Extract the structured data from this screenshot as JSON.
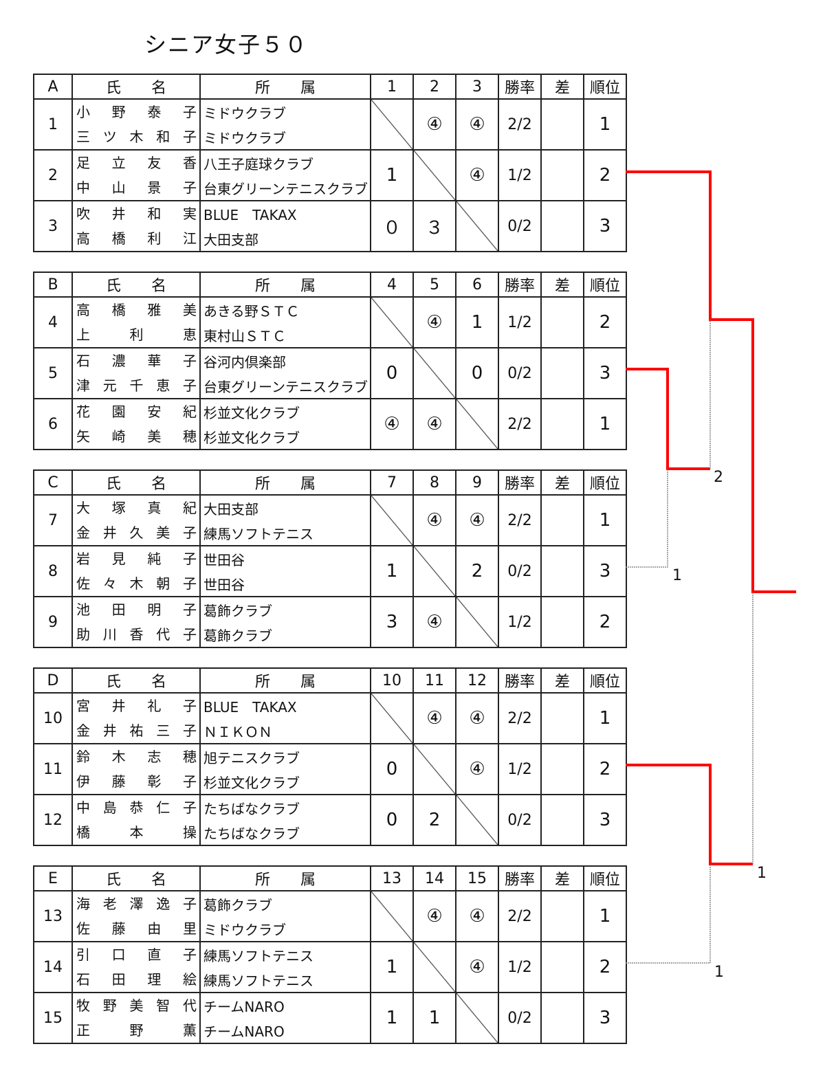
{
  "title": "シニア女子５０",
  "header": {
    "name": "氏　　名",
    "affiliation": "所　　属",
    "winrate": "勝率",
    "diff": "差",
    "rank": "順位"
  },
  "groups": [
    {
      "id": "A",
      "cols": [
        "1",
        "2",
        "3"
      ],
      "entries": [
        {
          "no": "1",
          "players": [
            [
              "小野泰子",
              "ミドウクラブ"
            ],
            [
              "三ツ木和子",
              "ミドウクラブ"
            ]
          ],
          "scores": [
            "",
            "④",
            "④"
          ],
          "winrate": "2/2",
          "diff": "",
          "rank": "1"
        },
        {
          "no": "2",
          "players": [
            [
              "足立友香",
              "八王子庭球クラブ"
            ],
            [
              "中山景子",
              "台東グリーンテニスクラブ"
            ]
          ],
          "scores": [
            "1",
            "",
            "④"
          ],
          "winrate": "1/2",
          "diff": "",
          "rank": "2"
        },
        {
          "no": "3",
          "players": [
            [
              "吹井和実",
              "BLUE　TAKAX"
            ],
            [
              "高橋利江",
              "大田支部"
            ]
          ],
          "scores": [
            "０",
            "３",
            ""
          ],
          "winrate": "0/2",
          "diff": "",
          "rank": "3"
        }
      ]
    },
    {
      "id": "B",
      "cols": [
        "4",
        "5",
        "6"
      ],
      "entries": [
        {
          "no": "4",
          "players": [
            [
              "高橋雅美",
              "あきる野ＳＴＣ"
            ],
            [
              "上利恵",
              "東村山ＳＴＣ"
            ]
          ],
          "scores": [
            "",
            "④",
            "1"
          ],
          "winrate": "1/2",
          "diff": "",
          "rank": "2"
        },
        {
          "no": "5",
          "players": [
            [
              "石濃華子",
              "谷河内倶楽部"
            ],
            [
              "津元千恵子",
              "台東グリーンテニスクラブ"
            ]
          ],
          "scores": [
            "0",
            "",
            "0"
          ],
          "winrate": "0/2",
          "diff": "",
          "rank": "3"
        },
        {
          "no": "6",
          "players": [
            [
              "花園安紀",
              "杉並文化クラブ"
            ],
            [
              "矢崎美穂",
              "杉並文化クラブ"
            ]
          ],
          "scores": [
            "④",
            "④",
            ""
          ],
          "winrate": "2/2",
          "diff": "",
          "rank": "1"
        }
      ]
    },
    {
      "id": "C",
      "cols": [
        "7",
        "8",
        "9"
      ],
      "entries": [
        {
          "no": "7",
          "players": [
            [
              "大塚真紀",
              "大田支部"
            ],
            [
              "金井久美子",
              "練馬ソフトテニス"
            ]
          ],
          "scores": [
            "",
            "④",
            "④"
          ],
          "winrate": "2/2",
          "diff": "",
          "rank": "1"
        },
        {
          "no": "8",
          "players": [
            [
              "岩見純子",
              "世田谷"
            ],
            [
              "佐々木朝子",
              "世田谷"
            ]
          ],
          "scores": [
            "1",
            "",
            "2"
          ],
          "winrate": "0/2",
          "diff": "",
          "rank": "3"
        },
        {
          "no": "9",
          "players": [
            [
              "池田明子",
              "葛飾クラブ"
            ],
            [
              "助川香代子",
              "葛飾クラブ"
            ]
          ],
          "scores": [
            "3",
            "④",
            ""
          ],
          "winrate": "1/2",
          "diff": "",
          "rank": "2"
        }
      ]
    },
    {
      "id": "D",
      "cols": [
        "10",
        "11",
        "12"
      ],
      "entries": [
        {
          "no": "10",
          "players": [
            [
              "宮井礼子",
              "BLUE　TAKAX"
            ],
            [
              "金井祐三子",
              "ＮＩＫＯＮ"
            ]
          ],
          "scores": [
            "",
            "④",
            "④"
          ],
          "winrate": "2/2",
          "diff": "",
          "rank": "1"
        },
        {
          "no": "11",
          "players": [
            [
              "鈴木志穂",
              "旭テニスクラブ"
            ],
            [
              "伊藤彰子",
              "杉並文化クラブ"
            ]
          ],
          "scores": [
            "0",
            "",
            "④"
          ],
          "winrate": "1/2",
          "diff": "",
          "rank": "2"
        },
        {
          "no": "12",
          "players": [
            [
              "中島恭仁子",
              "たちばなクラブ"
            ],
            [
              "橋本操",
              "たちばなクラブ"
            ]
          ],
          "scores": [
            "0",
            "2",
            ""
          ],
          "winrate": "0/2",
          "diff": "",
          "rank": "3"
        }
      ]
    },
    {
      "id": "E",
      "cols": [
        "13",
        "14",
        "15"
      ],
      "entries": [
        {
          "no": "13",
          "players": [
            [
              "海老澤逸子",
              "葛飾クラブ"
            ],
            [
              "佐藤由里",
              "ミドウクラブ"
            ]
          ],
          "scores": [
            "",
            "④",
            "④"
          ],
          "winrate": "2/2",
          "diff": "",
          "rank": "1"
        },
        {
          "no": "14",
          "players": [
            [
              "引口直子",
              "練馬ソフトテニス"
            ],
            [
              "石田理絵",
              "練馬ソフトテニス"
            ]
          ],
          "scores": [
            "1",
            "",
            "④"
          ],
          "winrate": "1/2",
          "diff": "",
          "rank": "2"
        },
        {
          "no": "15",
          "players": [
            [
              "牧野美智代",
              "チームNARO"
            ],
            [
              "正野薫",
              "チームNARO"
            ]
          ],
          "scores": [
            "1",
            "1",
            ""
          ],
          "winrate": "0/2",
          "diff": "",
          "rank": "3"
        }
      ]
    }
  ],
  "bracket": {
    "labels": [
      "2",
      "1",
      "1",
      "1"
    ],
    "win_color": "#ff0000",
    "lose_color": "#888888"
  }
}
